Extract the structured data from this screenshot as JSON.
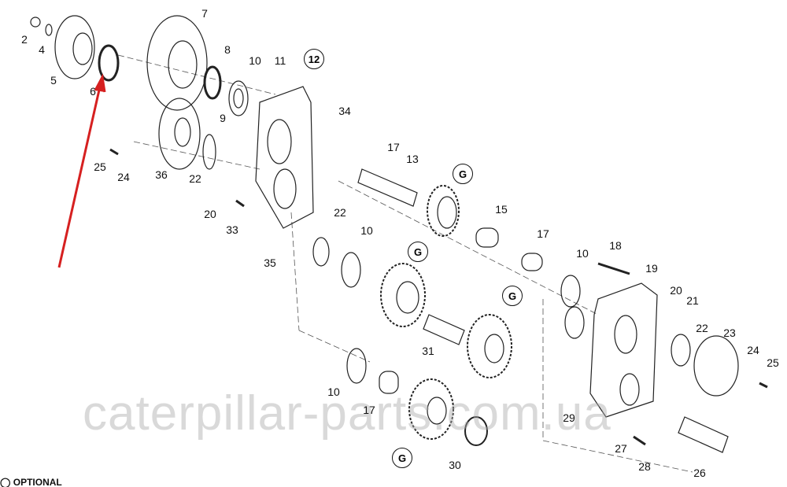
{
  "labels": [
    "2",
    "4",
    "5",
    "6",
    "7",
    "8",
    "10",
    "11",
    "9",
    "34",
    "17",
    "13",
    "25",
    "24",
    "36",
    "22",
    "20",
    "33",
    "22",
    "10",
    "15",
    "17",
    "35",
    "10",
    "18",
    "19",
    "20",
    "21",
    "22",
    "23",
    "31",
    "24",
    "25",
    "10",
    "17",
    "29",
    "27",
    "28",
    "26",
    "30"
  ],
  "circled_labels": [
    "12",
    "G",
    "G",
    "G",
    "G"
  ],
  "watermark": "caterpillar-parts.com.ua",
  "legend": "OPTIONAL",
  "colors": {
    "arrow": "#d62020",
    "line": "#222222",
    "watermark": "#aaaaaa"
  }
}
